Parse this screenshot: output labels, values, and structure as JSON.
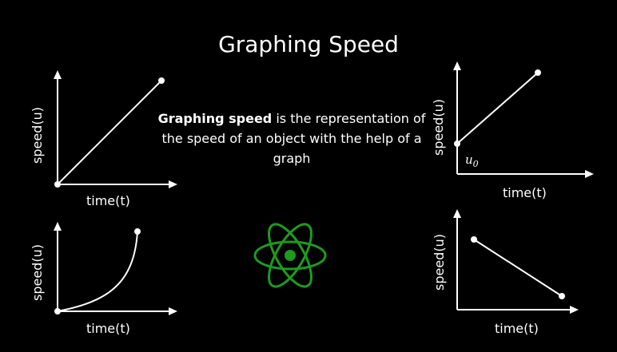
{
  "title": "Graphing Speed",
  "description": {
    "bold": "Graphing speed",
    "rest": " is the representation of the speed of an object with the help of a graph"
  },
  "graphs": [
    {
      "type": "linear-from-origin",
      "xlabel": "time(t)",
      "ylabel": "speed(u)"
    },
    {
      "type": "linear-with-intercept",
      "xlabel": "time(t)",
      "ylabel": "speed(u)",
      "intercept_label": "u",
      "intercept_subscript": "0"
    },
    {
      "type": "exponential-increase",
      "xlabel": "time(t)",
      "ylabel": "speed(u)"
    },
    {
      "type": "linear-decrease",
      "xlabel": "time(t)",
      "ylabel": "speed(u)"
    }
  ],
  "icon": {
    "name": "atom-icon",
    "color": "#1f9a1f"
  },
  "colors": {
    "background": "#000000",
    "foreground": "#ffffff",
    "accent": "#1f9a1f"
  }
}
